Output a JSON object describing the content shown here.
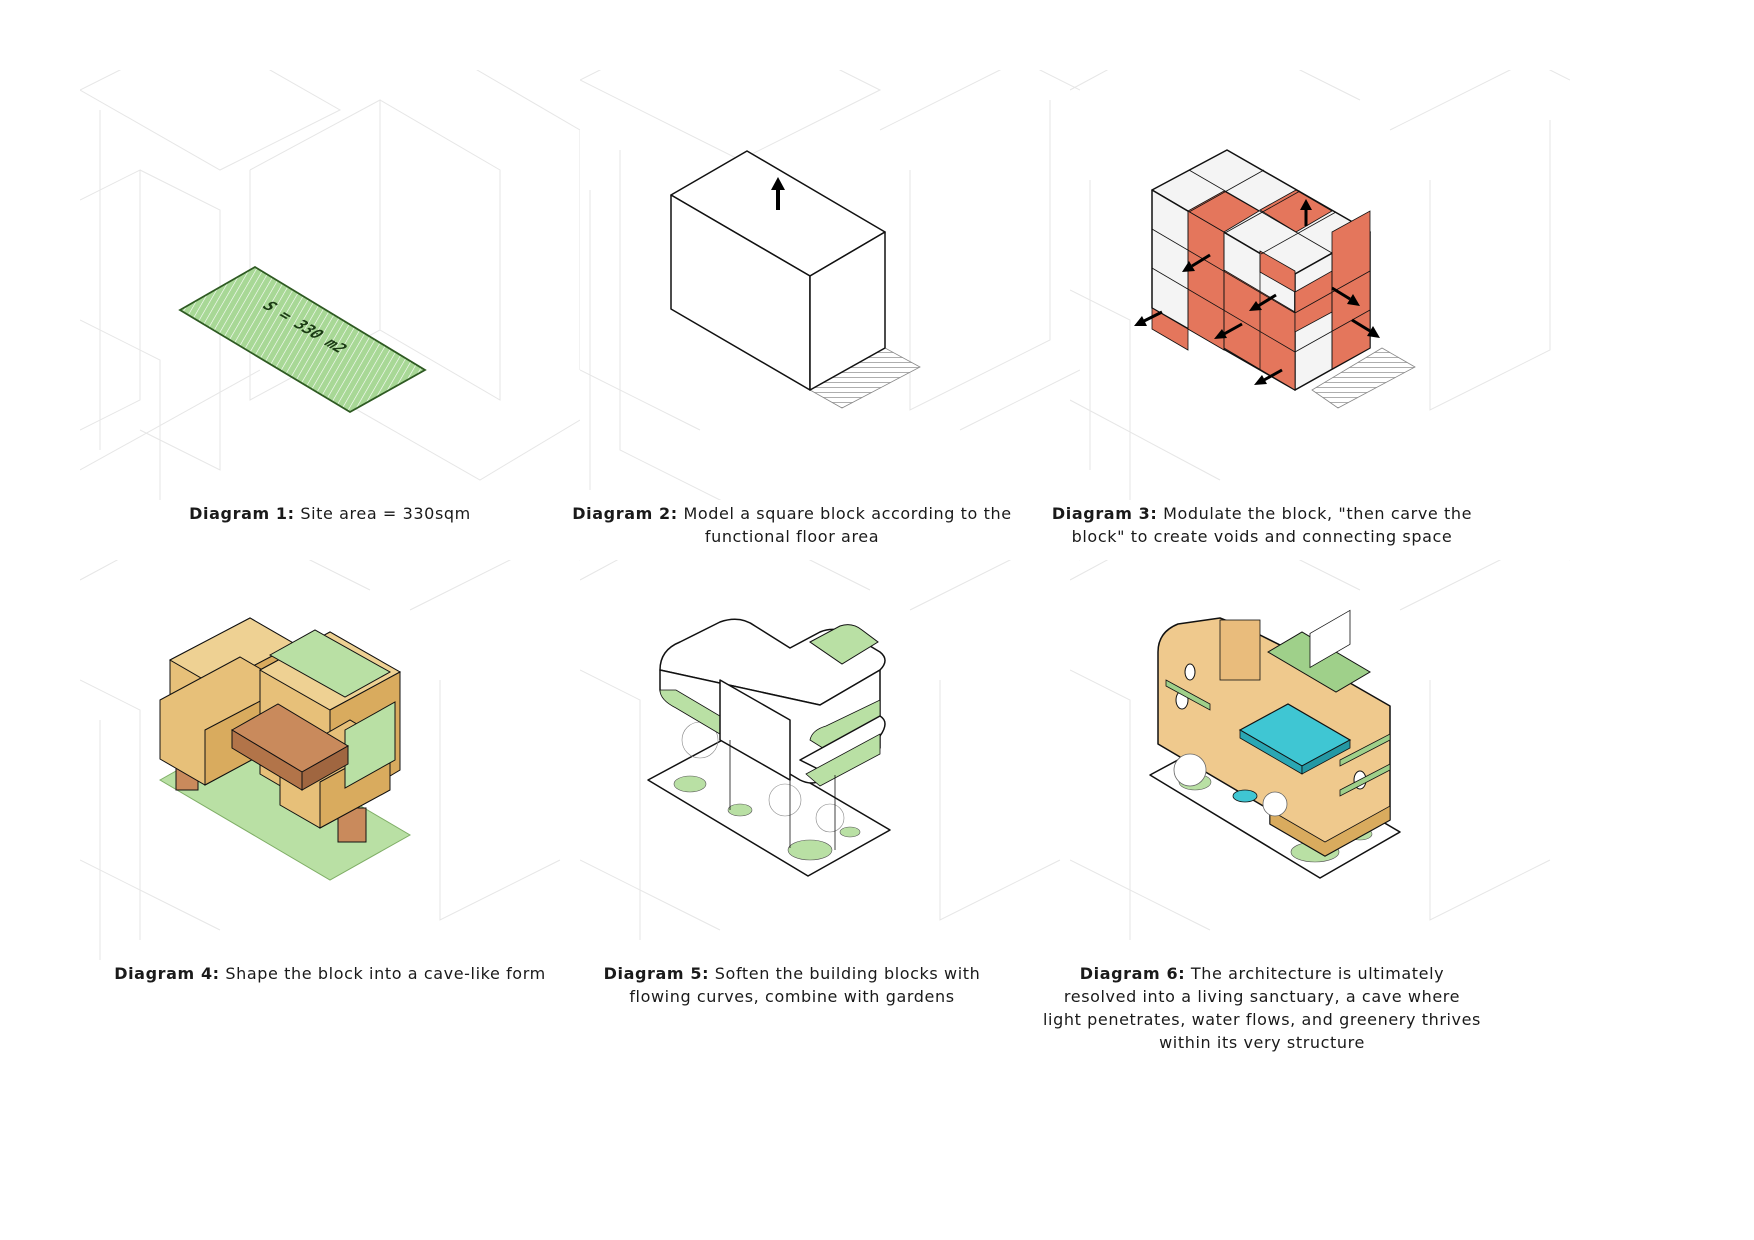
{
  "diagrams": [
    {
      "id": 1,
      "label": "Diagram 1:",
      "text": "Site area = 330sqm",
      "site_tag": "S = 330 m2"
    },
    {
      "id": 2,
      "label": "Diagram 2:",
      "text": "Model a square block according to the functional floor area"
    },
    {
      "id": 3,
      "label": "Diagram 3:",
      "text": "Modulate the block, \"then carve the block\" to create voids and connecting space"
    },
    {
      "id": 4,
      "label": "Diagram 4:",
      "text": "Shape the block into a cave-like form"
    },
    {
      "id": 5,
      "label": "Diagram 5:",
      "text": "Soften the building blocks with flowing curves, combine with gardens"
    },
    {
      "id": 6,
      "label": "Diagram 6:",
      "text": "The architecture is ultimately resolved into a living sanctuary, a cave where light penetrates, water flows, and greenery thrives within its very structure"
    }
  ],
  "colors": {
    "site_green": "#a8d896",
    "module_red": "#e4765c",
    "module_white": "#f4f4f4",
    "block_yellow": "#e7c079",
    "block_brown": "#c98a5c",
    "garden_green": "#b9e0a4",
    "pool_cyan": "#3fc6d3"
  }
}
